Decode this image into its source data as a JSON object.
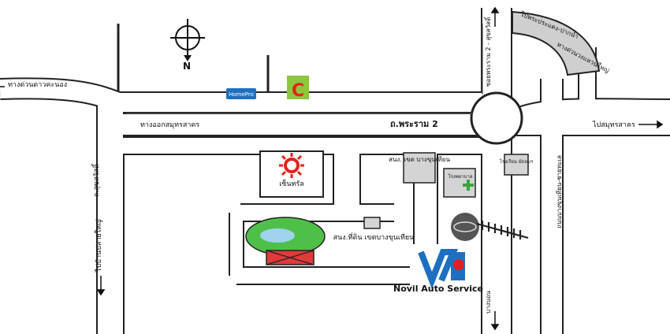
{
  "map": {
    "compass": {
      "north_label": "N"
    },
    "roads": {
      "main_road": "ถ.พระราม 2",
      "to_bang_khunnon": "ทางด่วนดาวคะนอง",
      "outbound_samut_sakhon": "ทางออกสมุทรสาคร",
      "to_samut_sakhon": "ไปสมุทรสาคร",
      "to_pracha_uthit": "ไปพระประแดง-ปากน้ำ",
      "flyover_label": "ทางด่วนวงแหวนใหญ่",
      "road_left": "ถ.สุขสวัสดิ์",
      "to_pak_nam_left": "ไปบ้านปลายใหญ่",
      "road_top_right": "ซอยพระราม 2 - สุขสวัสดิ์",
      "road_right": "ถนนบางขุนเทียน-ชายทะเล",
      "road_bottom": "บางบอน"
    },
    "landmarks": {
      "top_store": "HomePro",
      "central_label": "เซ็นทรัล",
      "police_station": "สนง. เขต บางขุนเทียน",
      "district_office": "สนง.ที่ดิน เขตบางขุนเทียน",
      "hospital": "โรงพยาบาล",
      "right_building": "โรงเรียน มัธยมฯ"
    },
    "destination": {
      "name": "Novil Auto Service"
    },
    "colors": {
      "road_fill": "#ffffff",
      "road_edge": "#222222",
      "building_fill": "#d4d4d4",
      "park_green": "#4ec04a",
      "park_water": "#9fd3ee",
      "parking_red": "#e03a3a",
      "marker_red": "#e02020",
      "logo_blue": "#1f6fc0"
    }
  }
}
